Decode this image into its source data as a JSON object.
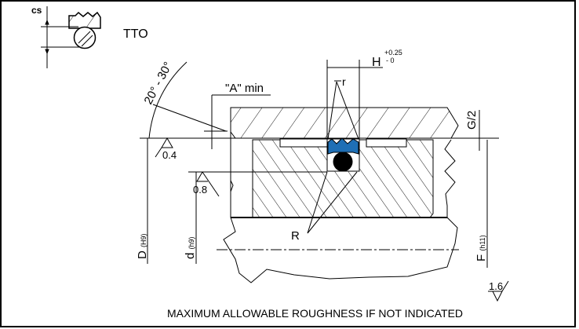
{
  "profile": {
    "name": "TTO",
    "cs_label": "cs"
  },
  "labels": {
    "angle": "20° - 30°",
    "a_min": "\"A\" min",
    "h": "H",
    "h_tol_upper": "+0.25",
    "h_tol_lower": "- 0",
    "r_small": "r",
    "r_large": "R",
    "g_half": "G/2",
    "d_bore": "D",
    "d_bore_tol": "(H9)",
    "d_groove": "d",
    "d_groove_tol": "(h9)",
    "f": "F",
    "f_tol": "(h11)"
  },
  "roughness": {
    "bore": "0.4",
    "groove": "0.8",
    "default": "1.6"
  },
  "footer": "MAXIMUM ALLOWABLE ROUGHNESS IF NOT INDICATED",
  "colors": {
    "seal": "#1f6fb5",
    "oring": "#000000"
  }
}
